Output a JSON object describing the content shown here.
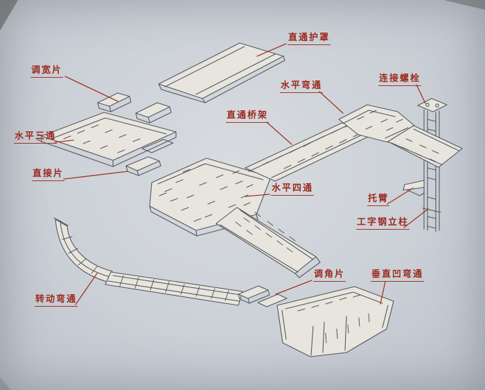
{
  "figure": {
    "background": "#cbd0d7",
    "line_color": "#50545a",
    "label_color": "#9c2a1e",
    "labels": [
      {
        "id": "cover",
        "text": "直通护罩"
      },
      {
        "id": "width-adjust",
        "text": "调宽片"
      },
      {
        "id": "horizontal-bend",
        "text": "水平弯通"
      },
      {
        "id": "connecting-bolt",
        "text": "连接螺栓"
      },
      {
        "id": "straight-tray",
        "text": "直通桥架"
      },
      {
        "id": "horizontal-tee",
        "text": "水平三通"
      },
      {
        "id": "direct-piece",
        "text": "直接片"
      },
      {
        "id": "horizontal-cross",
        "text": "水平四通"
      },
      {
        "id": "bracket-arm",
        "text": "托臂"
      },
      {
        "id": "i-beam-column",
        "text": "工字钢立柱"
      },
      {
        "id": "angle-piece",
        "text": "调角片"
      },
      {
        "id": "vertical-concave-bend",
        "text": "垂直凹弯通"
      },
      {
        "id": "rotating-bend",
        "text": "转动弯通"
      }
    ]
  }
}
